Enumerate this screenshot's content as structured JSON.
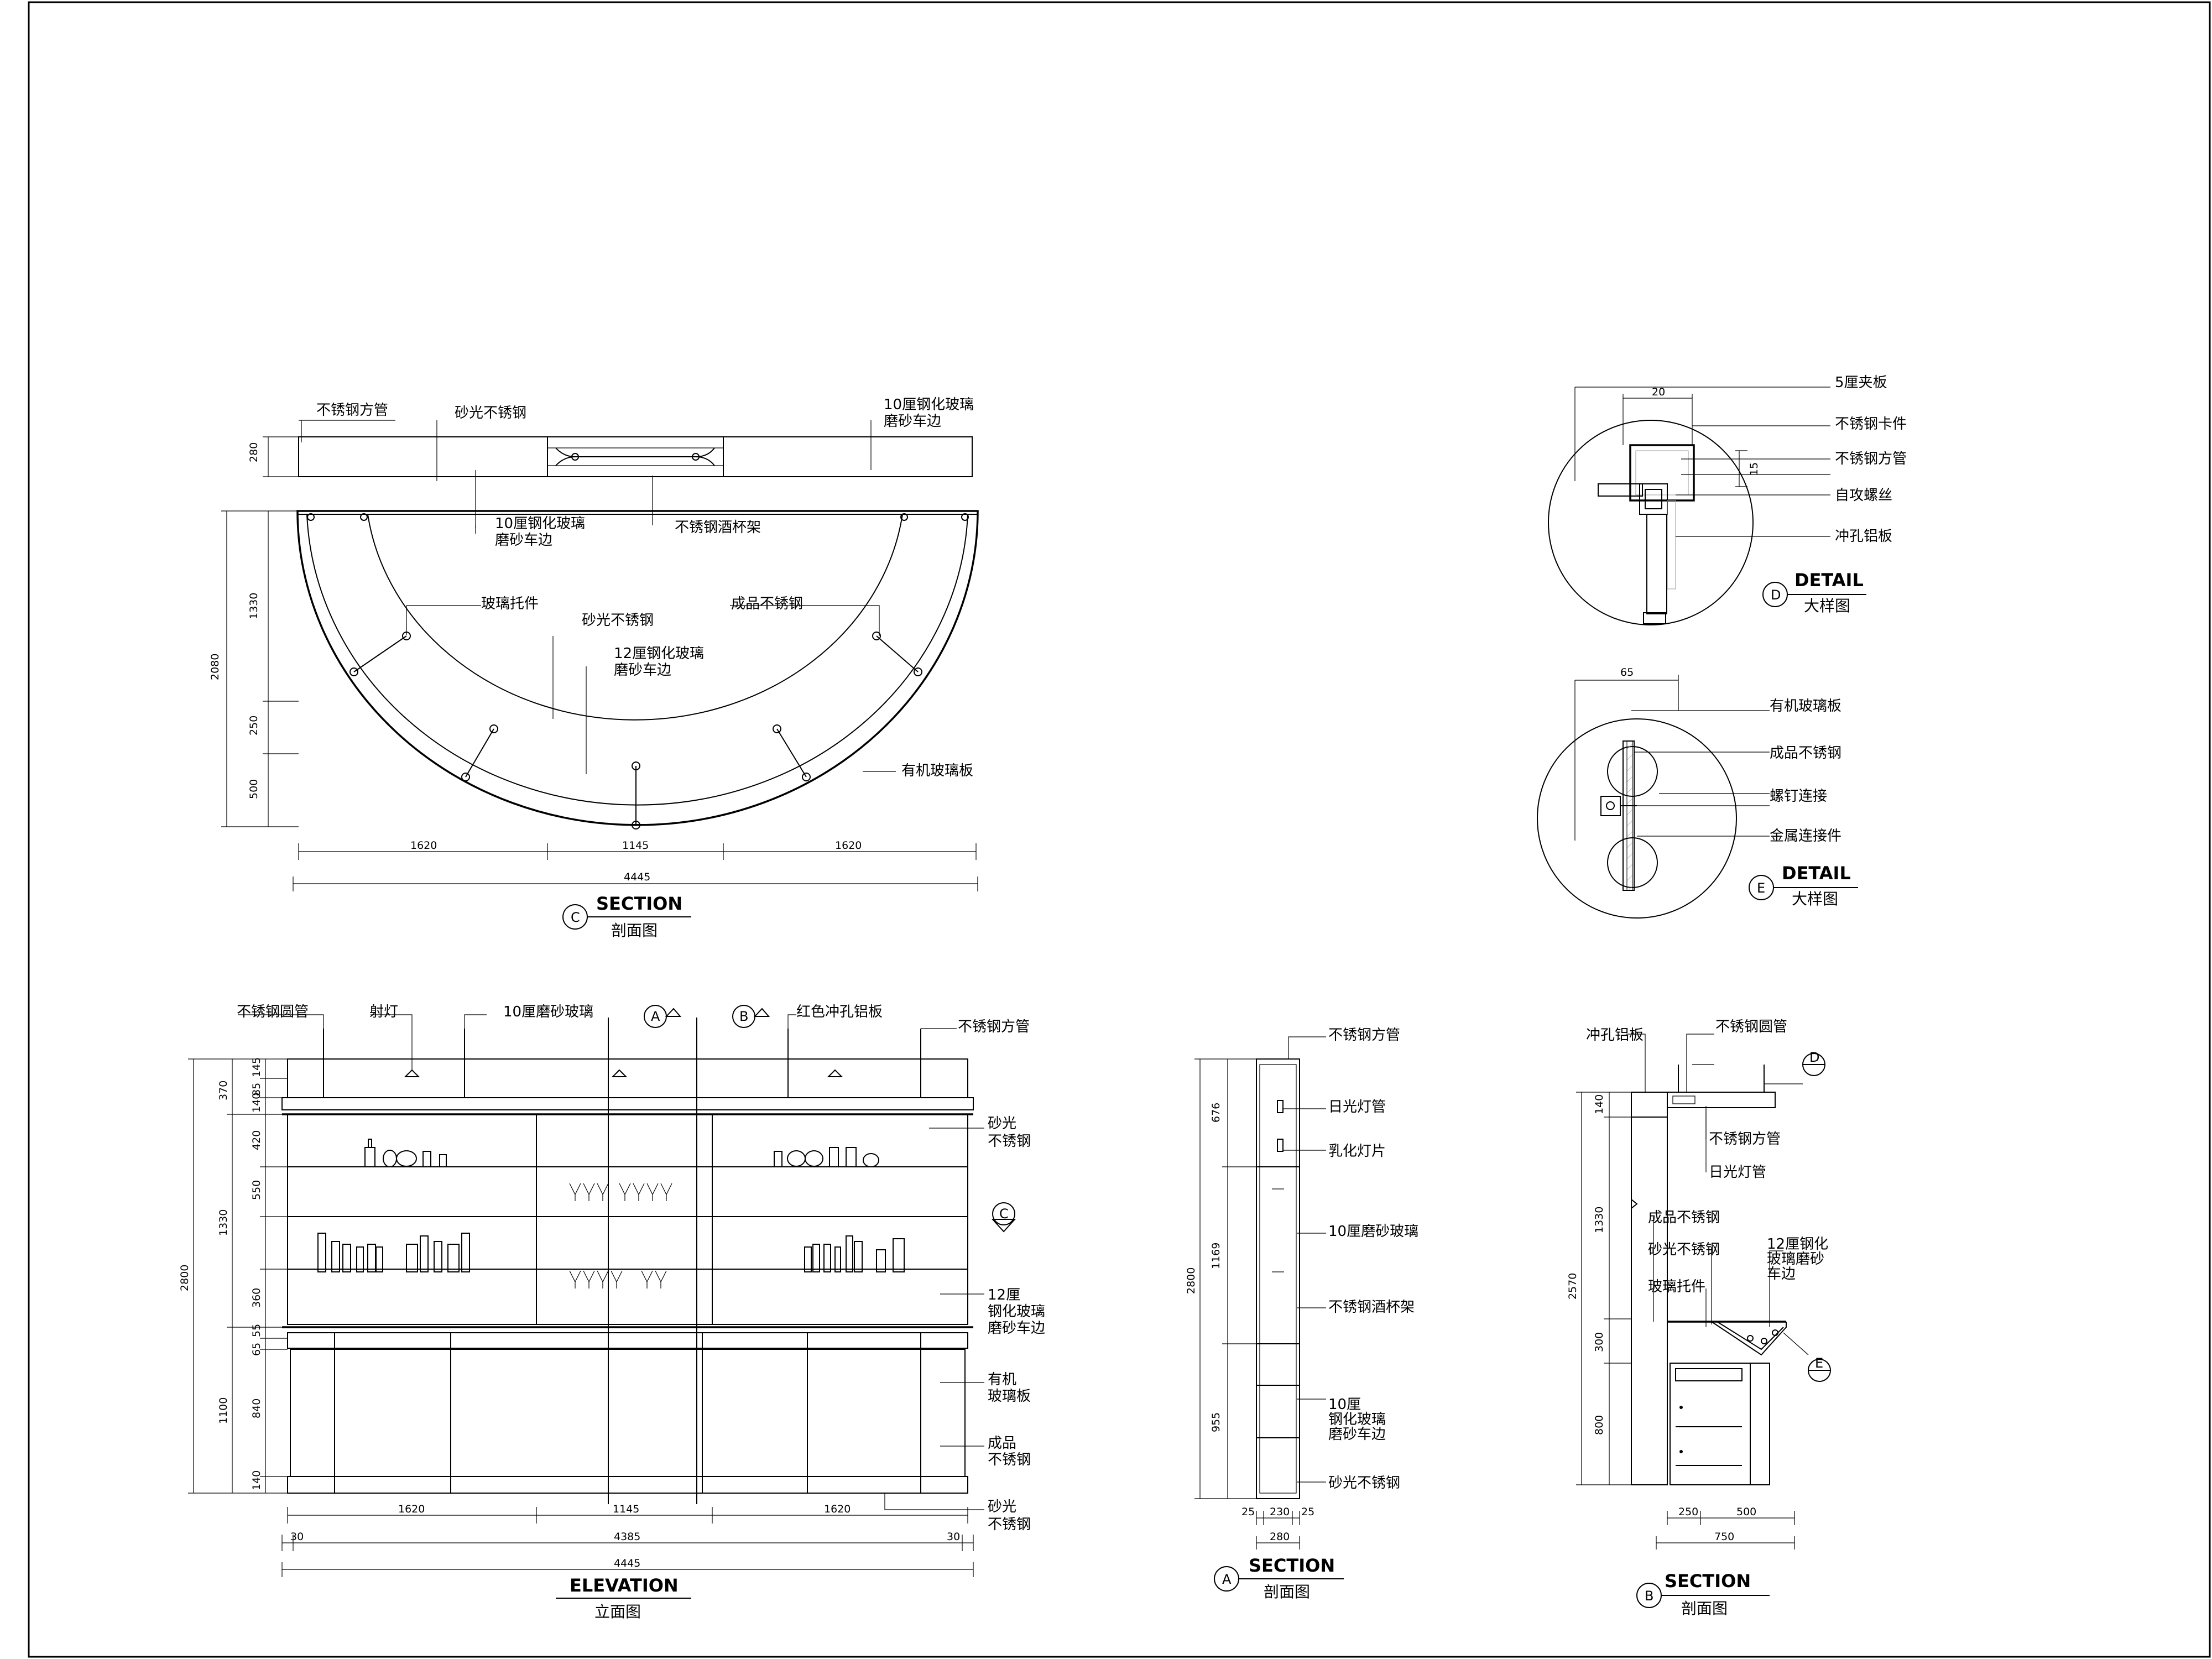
{
  "sheet": {
    "border_color": "#000000",
    "background": "#ffffff"
  },
  "section_c": {
    "title_en": "SECTION",
    "title_cn": "剖面图",
    "tag": "C",
    "labels": {
      "square_tube": "不锈钢方管",
      "satin_steel_top": "砂光不锈钢",
      "glass10_top_1": "10厘钢化玻璃",
      "glass10_top_2": "磨砂车边",
      "glass10_mid_1": "10厘钢化玻璃",
      "glass10_mid_2": "磨砂车边",
      "cup_rack": "不锈钢酒杯架",
      "glass_bracket": "玻璃托件",
      "satin_steel_mid": "砂光不锈钢",
      "finished_steel": "成品不锈钢",
      "glass12_1": "12厘钢化玻璃",
      "glass12_2": "磨砂车边",
      "acrylic": "有机玻璃板"
    },
    "dims": {
      "top_h": "280",
      "h1330": "1330",
      "h2080": "2080",
      "h250": "250",
      "h500": "500",
      "w1620a": "1620",
      "w1145": "1145",
      "w1620b": "1620",
      "w4445": "4445"
    }
  },
  "detail_d": {
    "title_en": "DETAIL",
    "title_cn": "大样图",
    "tag": "D",
    "dim_20": "20",
    "dim_15": "15",
    "labels": {
      "plywood": "5厘夹板",
      "clip": "不锈钢卡件",
      "tube": "不锈钢方管",
      "screw": "自攻螺丝",
      "perforated": "冲孔铝板"
    }
  },
  "detail_e": {
    "title_en": "DETAIL",
    "title_cn": "大样图",
    "tag": "E",
    "dim_65": "65",
    "labels": {
      "acrylic": "有机玻璃板",
      "finished_steel": "成品不锈钢",
      "screw_conn": "螺钉连接",
      "metal_conn": "金属连接件"
    }
  },
  "elevation": {
    "title_en": "ELEVATION",
    "title_cn": "立面图",
    "tag_a": "A",
    "tag_b": "B",
    "tag_c": "C",
    "labels": {
      "round_tube": "不锈钢圆管",
      "spotlight": "射灯",
      "frosted10": "10厘磨砂玻璃",
      "red_panel": "红色冲孔铝板",
      "square_tube": "不锈钢方管",
      "satin_1": "砂光",
      "satin_2": "不锈钢",
      "glass12_1": "12厘",
      "glass12_2": "钢化玻璃",
      "glass12_3": "磨砂车边",
      "acrylic_1": "有机",
      "acrylic_2": "玻璃板",
      "finished_1": "成品",
      "finished_2": "不锈钢",
      "satin_b1": "砂光",
      "satin_b2": "不锈钢"
    },
    "dims": {
      "h370": "370",
      "h145": "145",
      "h85": "85",
      "h140a": "140",
      "h420": "420",
      "h1330": "1330",
      "h550": "550",
      "h2800": "2800",
      "h360": "360",
      "h55": "55",
      "h65": "65",
      "h1100": "1100",
      "h840": "840",
      "h140b": "140",
      "w1620a": "1620",
      "w1145": "1145",
      "w1620b": "1620",
      "w30a": "30",
      "w4385": "4385",
      "w30b": "30",
      "w4445": "4445"
    }
  },
  "section_a": {
    "title_en": "SECTION",
    "title_cn": "剖面图",
    "tag": "A",
    "labels": {
      "square_tube": "不锈钢方管",
      "fluorescent": "日光灯管",
      "diffuser": "乳化灯片",
      "frosted10": "10厘磨砂玻璃",
      "cup_rack": "不锈钢酒杯架",
      "glass_1": "10厘",
      "glass_2": "钢化玻璃",
      "glass_3": "磨砂车边",
      "satin": "砂光不锈钢"
    },
    "dims": {
      "h676": "676",
      "h2800": "2800",
      "h1169": "1169",
      "h955": "955",
      "w25a": "25",
      "w230": "230",
      "w25b": "25",
      "w280": "280"
    }
  },
  "section_b": {
    "title_en": "SECTION",
    "title_cn": "剖面图",
    "tag": "B",
    "tag_d": "D",
    "tag_e": "E",
    "labels": {
      "perforated": "冲孔铝板",
      "round_tube": "不锈钢圆管",
      "square_tube": "不锈钢方管",
      "fluorescent": "日光灯管",
      "finished_steel": "成品不锈钢",
      "satin": "砂光不锈钢",
      "glass12_1": "12厘钢化",
      "glass12_2": "玻璃磨砂",
      "glass12_3": "车边",
      "bracket": "玻璃托件"
    },
    "dims": {
      "h140": "140",
      "h1330": "1330",
      "h2570": "2570",
      "h300": "300",
      "h800": "800",
      "w250": "250",
      "w500": "500",
      "w750": "750"
    }
  }
}
